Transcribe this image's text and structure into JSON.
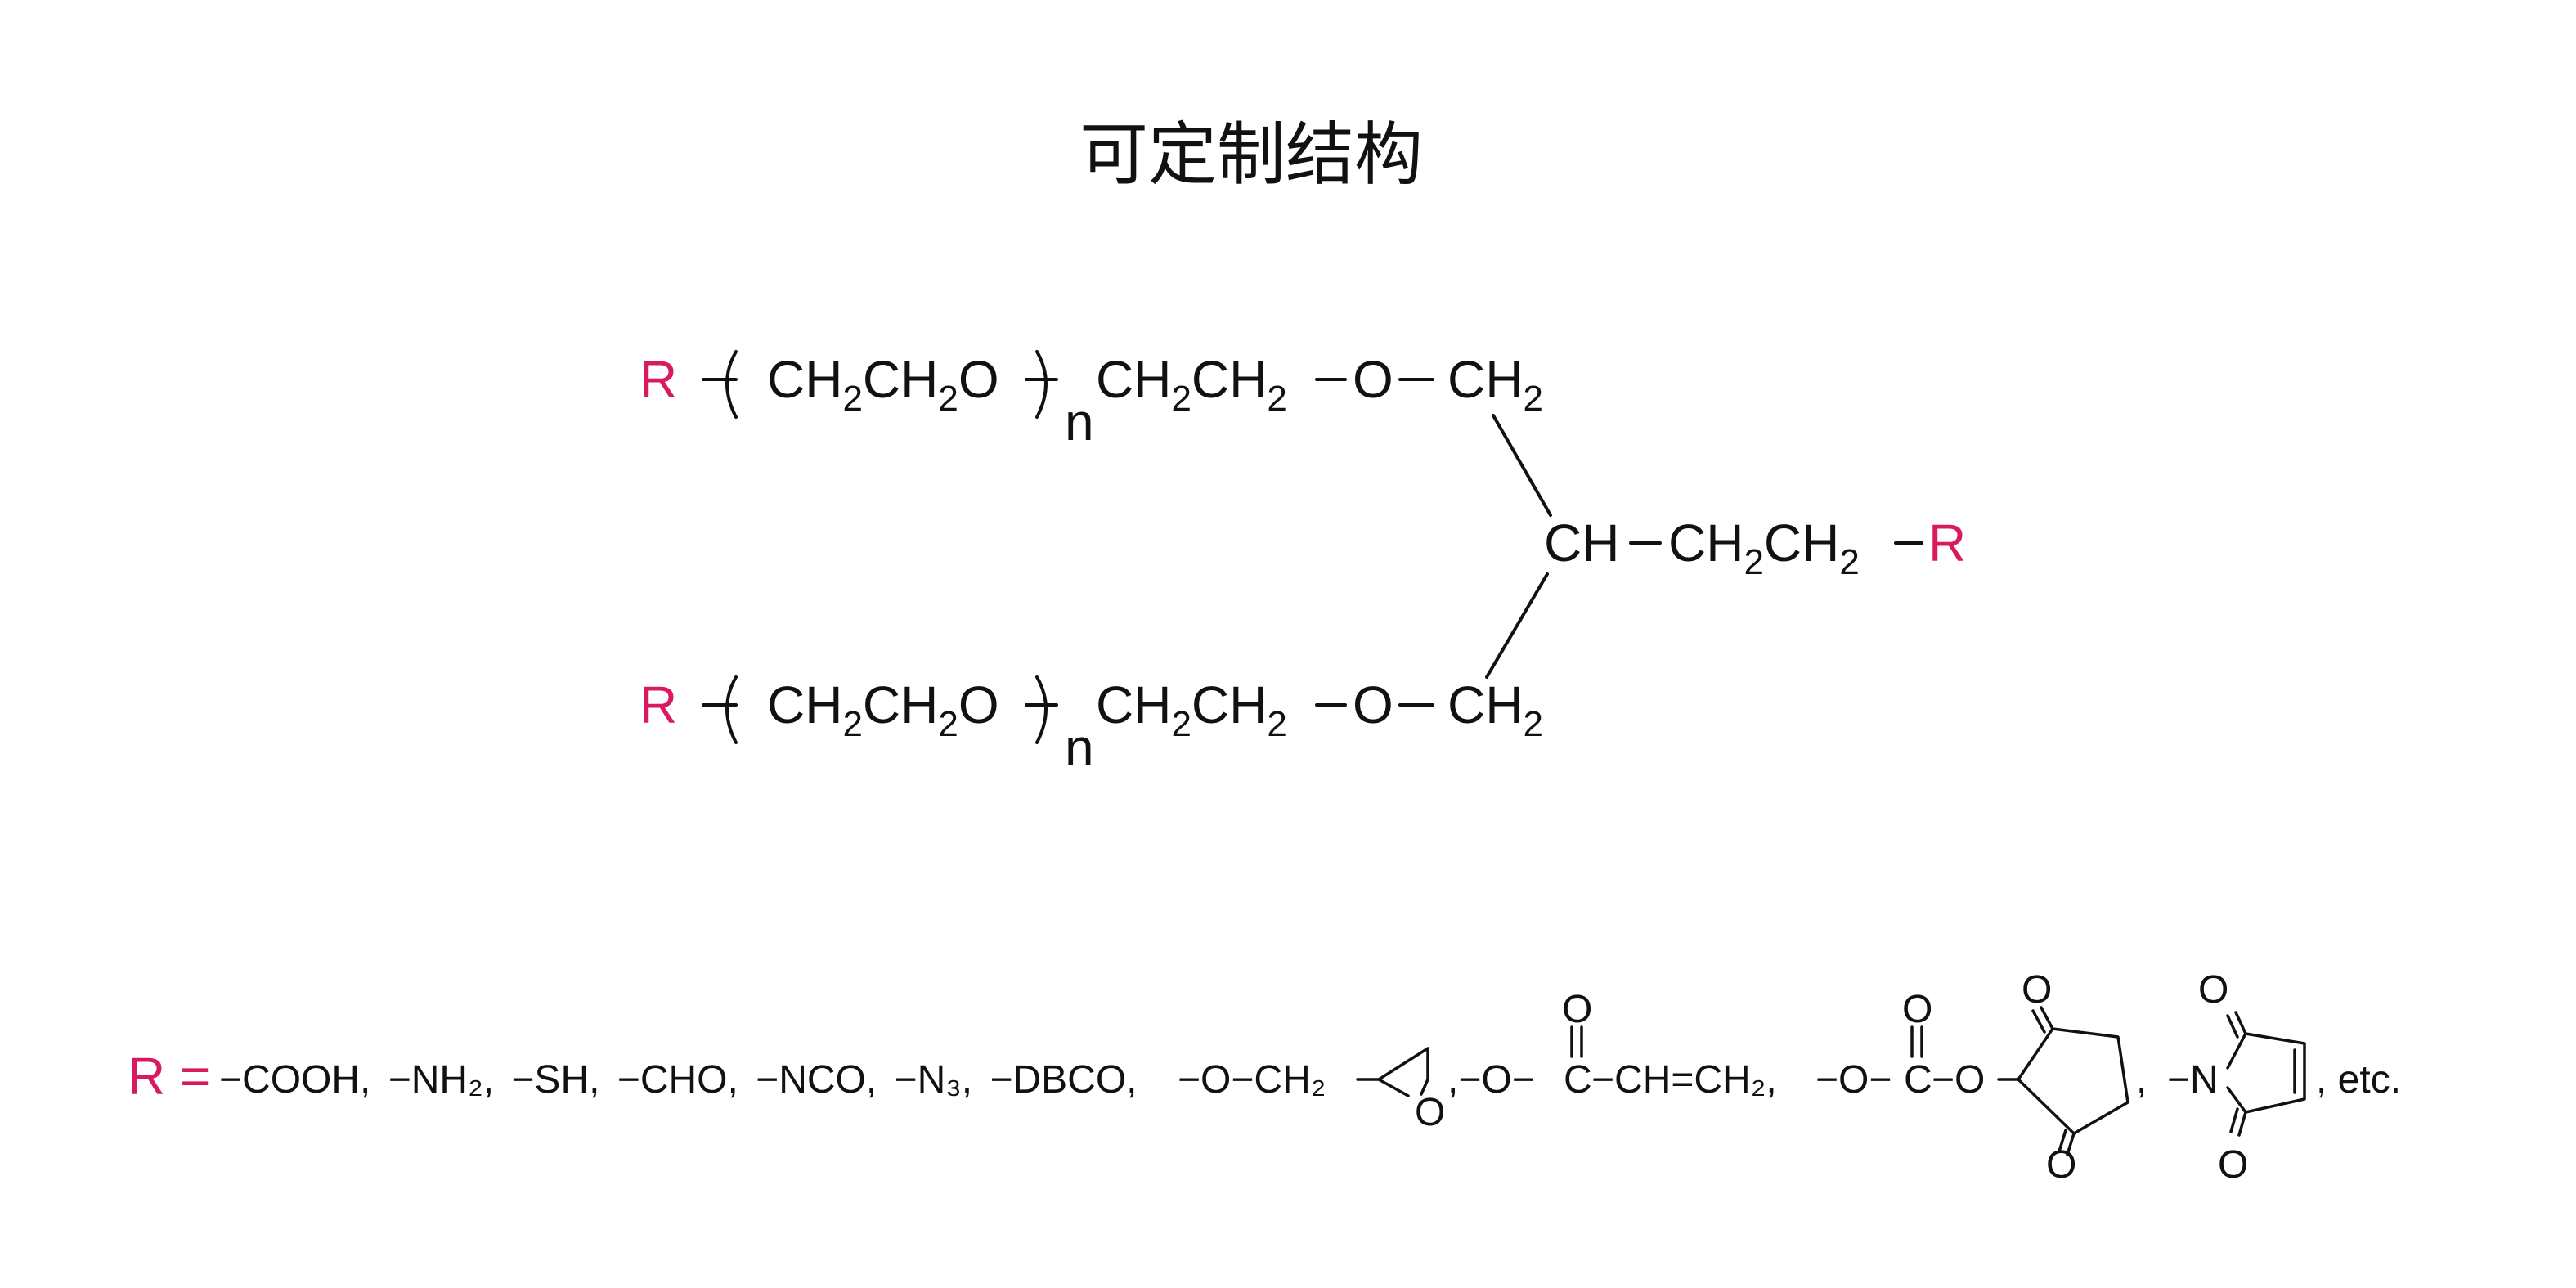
{
  "title": "可定制结构",
  "colors": {
    "r_group": "#d81b60",
    "text": "#111111",
    "background": "#ffffff"
  },
  "structure": {
    "r": "R",
    "ch2": "CH",
    "sub2": "2",
    "o": "O",
    "n": "n",
    "ch": "CH",
    "dash": "−",
    "paren_open": "(",
    "paren_close": ")"
  },
  "r_list": {
    "label": "R =",
    "simple_items": [
      "−COOH,",
      "−NH₂,",
      "−SH,",
      "−CHO,",
      "−NCO,",
      "−N₃,",
      "−DBCO,"
    ],
    "epoxide": {
      "prefix": "−O−CH₂",
      "ring_o": "O"
    },
    "acrylate": {
      "prefix": ",−O−",
      "c": "C",
      "o": "O",
      "rest": "−CH=CH₂,"
    },
    "carbonate": {
      "prefix": "−O−",
      "c": "C",
      "o": "O",
      "suffix": "−O"
    },
    "succinimide": {
      "o_top": "O",
      "o_bottom": "O",
      "comma": ","
    },
    "maleimide": {
      "prefix": "−N",
      "o_top": "O",
      "o_bottom": "O"
    },
    "etc": ", etc."
  }
}
